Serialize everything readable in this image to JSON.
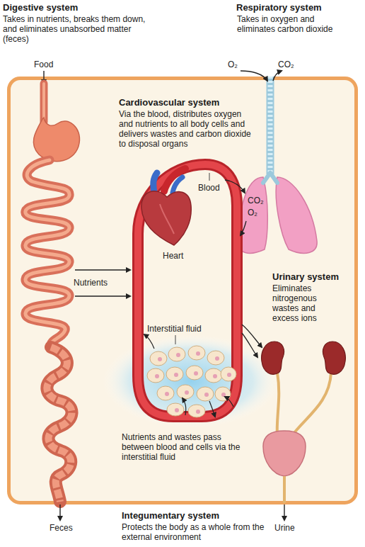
{
  "diagram": {
    "nodes": [
      {
        "text": [
          "Integumentary system",
          "Protects the body as a whole from the external environment"
        ]
      }
    ],
    "labels": [
      "Digestive system",
      "Takes in nutrients, breaks them down, and eliminates unabsorbed matter (feces)",
      "Respiratory system",
      "Takes in oxygen and eliminates carbon dioxide",
      "Food",
      "O₂",
      "CO₂",
      "Cardiovascular system",
      "Via the blood, distributes oxygen and nutrients to all body cells and delivers wastes and carbon dioxide to disposal organs",
      "Blood",
      "CO₂",
      "O₂",
      "Heart",
      "Nutrients",
      "Urinary system",
      "Eliminates nitrogenous wastes and excess ions",
      "Interstitial fluid",
      "Nutrients and wastes pass between blood and cells via the interstitial fluid",
      "Feces",
      "Urine"
    ]
  }
}
